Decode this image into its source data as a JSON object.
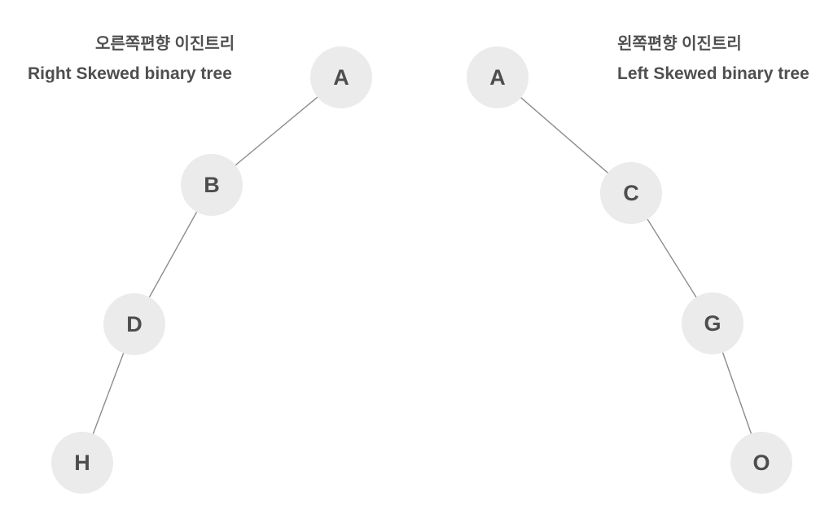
{
  "page": {
    "background_color": "#ffffff"
  },
  "colors": {
    "node_fill": "#ebebeb",
    "node_text": "#4d4d4d",
    "edge": "#8c8c8c",
    "title_text": "#4f4f4f"
  },
  "left_tree": {
    "title_korean": "오른쪽편향 이진트리",
    "title_english": "Right Skewed binary tree",
    "nodes": {
      "root": "A",
      "level1": "B",
      "level2": "D",
      "level3": "H"
    },
    "edges": [
      "A-B",
      "B-D",
      "D-H"
    ],
    "skew_direction_drawn": "down-left"
  },
  "right_tree": {
    "title_korean": "왼쪽편향 이진트리",
    "title_english": "Left Skewed binary tree",
    "nodes": {
      "root": "A",
      "level1": "C",
      "level2": "G",
      "level3": "O"
    },
    "edges": [
      "A-C",
      "C-G",
      "G-O"
    ],
    "skew_direction_drawn": "down-right"
  }
}
